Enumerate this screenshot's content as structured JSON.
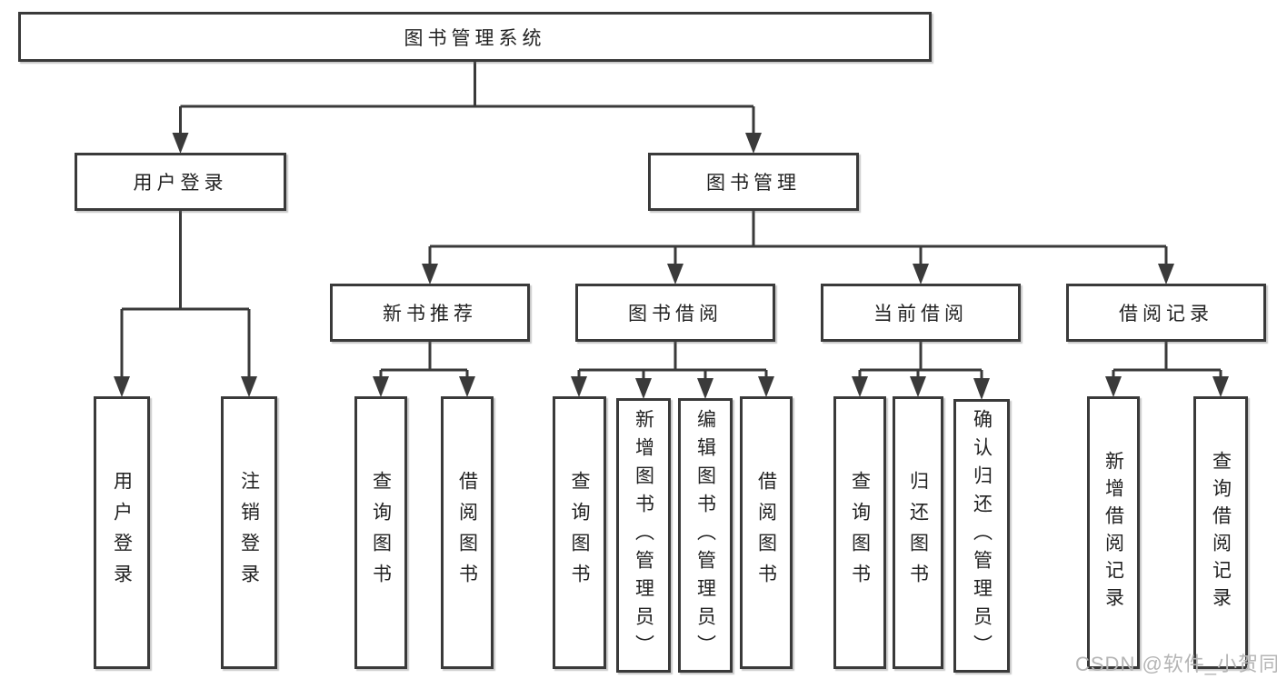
{
  "diagram": {
    "root": {
      "label": "图书管理系统"
    },
    "level2": [
      {
        "id": "user-login",
        "label": "用户登录"
      },
      {
        "id": "book-management",
        "label": "图书管理"
      }
    ],
    "level3": [
      {
        "id": "new-book-recommend",
        "label": "新书推荐"
      },
      {
        "id": "book-borrow",
        "label": "图书借阅"
      },
      {
        "id": "current-borrow",
        "label": "当前借阅"
      },
      {
        "id": "borrow-records",
        "label": "借阅记录"
      }
    ],
    "leaves": {
      "user_login": [
        {
          "label": "用户登录"
        },
        {
          "label": "注销登录"
        }
      ],
      "new_book_recommend": [
        {
          "label": "查询图书"
        },
        {
          "label": "借阅图书"
        }
      ],
      "book_borrow": [
        {
          "label": "查询图书"
        },
        {
          "label": "新增图书（管理员）"
        },
        {
          "label": "编辑图书（管理员）"
        },
        {
          "label": "借阅图书"
        }
      ],
      "current_borrow": [
        {
          "label": "查询图书"
        },
        {
          "label": "归还图书"
        },
        {
          "label": "确认归还（管理员）"
        }
      ],
      "borrow_records": [
        {
          "label": "新增借阅记录"
        },
        {
          "label": "查询借阅记录"
        }
      ]
    },
    "watermark": "CSDN @软件_小贺同学",
    "colors": {
      "line": "#3a3a3a",
      "text": "#222222",
      "watermark": "#b5b5b5",
      "background": "#ffffff"
    }
  }
}
